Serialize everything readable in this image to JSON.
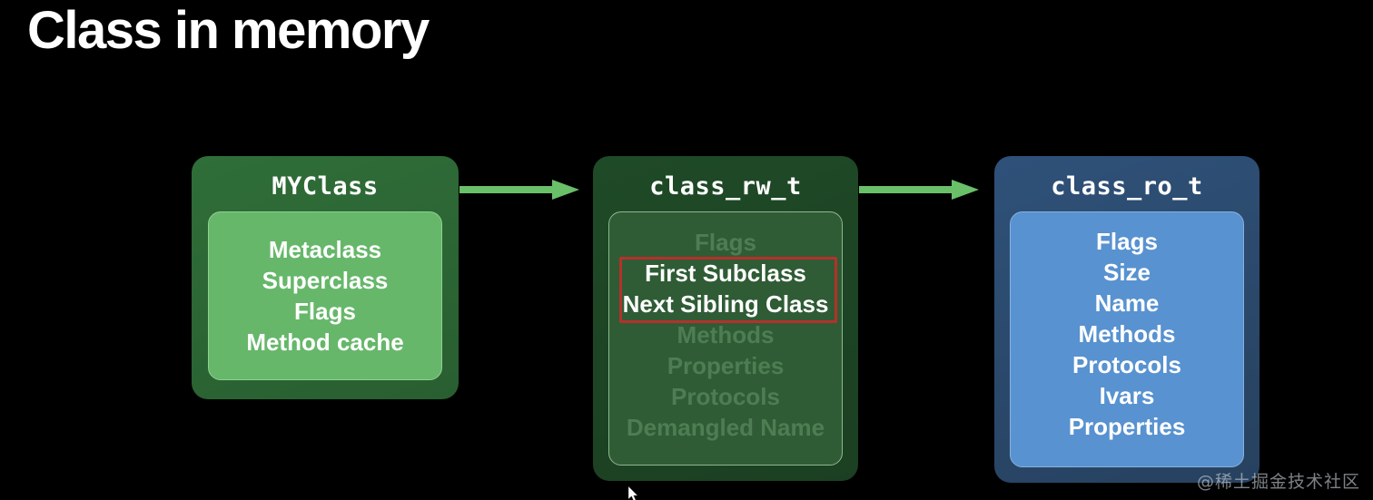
{
  "slide": {
    "title": "Class in memory",
    "background_color": "#000000"
  },
  "colors": {
    "green_outer": "#2f6e38",
    "green_inner": "#66b76a",
    "green_dim_outer": "#1f4a27",
    "green_dim_inner": "#2f5c35",
    "green_dim_text": "#4f7d53",
    "blue_outer": "#2f5179",
    "blue_inner": "#5892d0",
    "arrow_green": "#6abf69",
    "highlight_red": "#b5312c",
    "text_white": "#ffffff"
  },
  "cards": [
    {
      "id": "myclass",
      "title": "MYClass",
      "fields": [
        {
          "label": "Metaclass",
          "state": "normal"
        },
        {
          "label": "Superclass",
          "state": "normal"
        },
        {
          "label": "Flags",
          "state": "normal"
        },
        {
          "label": "Method cache",
          "state": "normal"
        }
      ]
    },
    {
      "id": "class_rw_t",
      "title": "class_rw_t",
      "fields": [
        {
          "label": "Flags",
          "state": "dim"
        },
        {
          "label": "First Subclass",
          "state": "bright"
        },
        {
          "label": "Next Sibling Class",
          "state": "bright"
        },
        {
          "label": "Methods",
          "state": "dim"
        },
        {
          "label": "Properties",
          "state": "dim"
        },
        {
          "label": "Protocols",
          "state": "dim"
        },
        {
          "label": "Demangled Name",
          "state": "dim"
        }
      ]
    },
    {
      "id": "class_ro_t",
      "title": "class_ro_t",
      "fields": [
        {
          "label": "Flags",
          "state": "normal"
        },
        {
          "label": "Size",
          "state": "normal"
        },
        {
          "label": "Name",
          "state": "normal"
        },
        {
          "label": "Methods",
          "state": "normal"
        },
        {
          "label": "Protocols",
          "state": "normal"
        },
        {
          "label": "Ivars",
          "state": "normal"
        },
        {
          "label": "Properties",
          "state": "normal"
        }
      ]
    }
  ],
  "arrows": [
    {
      "id": "arrow-myclass-to-rw",
      "from": "MYClass",
      "to": "class_rw_t"
    },
    {
      "id": "arrow-rw-to-ro",
      "from": "class_rw_t",
      "to": "class_ro_t"
    }
  ],
  "annotation": {
    "highlight_label": "First Subclass / Next Sibling Class"
  },
  "watermark": {
    "text": "@稀土掘金技术社区"
  }
}
